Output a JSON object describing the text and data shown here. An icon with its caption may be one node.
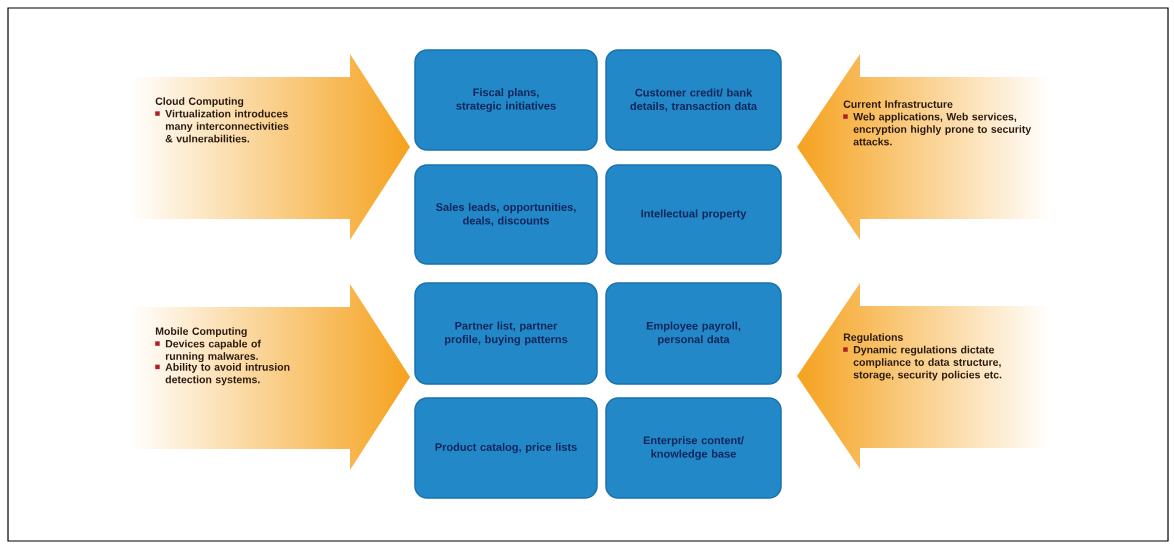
{
  "diagram": {
    "nodes": [
      {
        "text": [
          "Cloud Computing",
          "Virtualization introduces many interconnectivities & vulnerabilities."
        ]
      },
      {
        "text": [
          "Mobile Computing",
          "Devices capable of running malwares.",
          "Ability to avoid intrusion detection systems."
        ]
      },
      {
        "text": [
          "Fiscal plans, strategic initiatives"
        ]
      },
      {
        "text": [
          "Customer credit/ bank details, transaction data"
        ]
      },
      {
        "text": [
          "Sales leads, opportunities, deals, discounts"
        ]
      },
      {
        "text": [
          "Intellectual property"
        ]
      },
      {
        "text": [
          "Partner list, partner profile, buying patterns"
        ]
      },
      {
        "text": [
          "Employee payroll, personal data"
        ]
      },
      {
        "text": [
          "Product catalog, price lists"
        ]
      },
      {
        "text": [
          "Enterprise content/ knowledge base"
        ]
      },
      {
        "text": [
          "Current Infrastructure",
          "Web applications, Web services, encryption highly prone to security attacks."
        ]
      },
      {
        "text": [
          "Regulations",
          "Dynamic regulations dictate compliance to data structure, storage, security policies etc."
        ]
      }
    ]
  }
}
